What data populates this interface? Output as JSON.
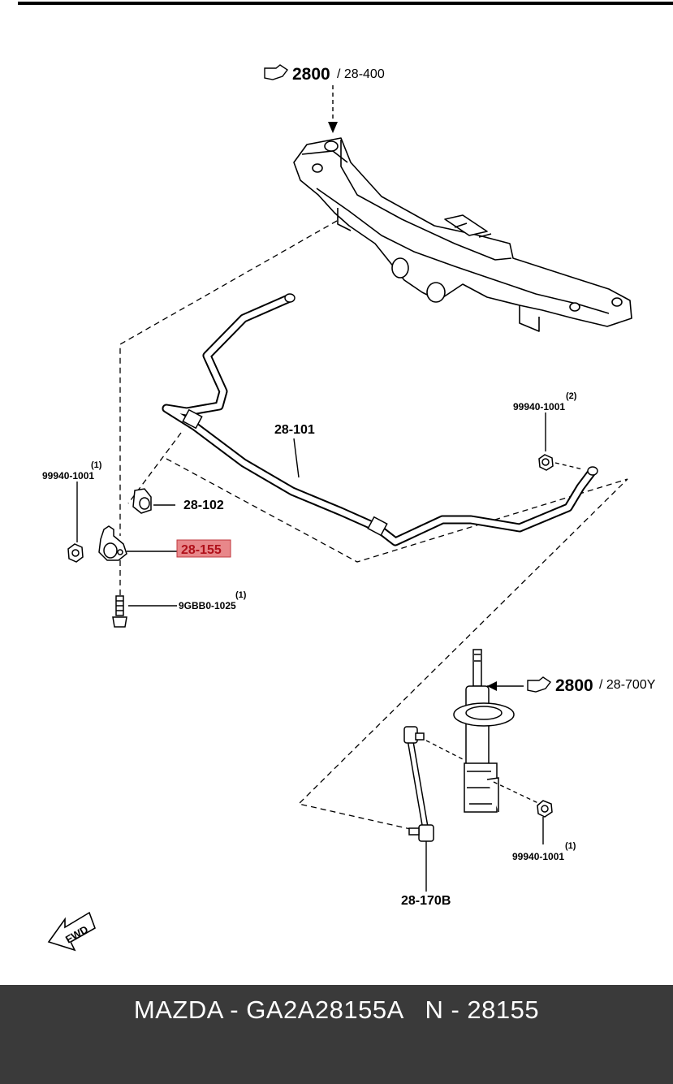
{
  "diagram": {
    "ref_top": {
      "bold": "2800",
      "rest": "/ 28-400"
    },
    "ref_strut": {
      "bold": "2800",
      "rest": "/ 28-700Y"
    },
    "parts": {
      "stabilizer": "28-101",
      "bushing": "28-102",
      "bracket": "28-155",
      "link": "28-170B"
    },
    "fasteners": {
      "nut_left": {
        "code": "99940-1001",
        "qty": "(1)"
      },
      "nut_right": {
        "code": "99940-1001",
        "qty": "(2)"
      },
      "bolt": {
        "code": "9GBB0-1025",
        "qty": "(1)"
      },
      "nut_strut": {
        "code": "99940-1001",
        "qty": "(1)"
      }
    },
    "fwd_label": "FWD",
    "highlight_color": "#e8878a"
  },
  "footer": {
    "text": "MAZDA - GA2A28155A   N - 28155"
  }
}
